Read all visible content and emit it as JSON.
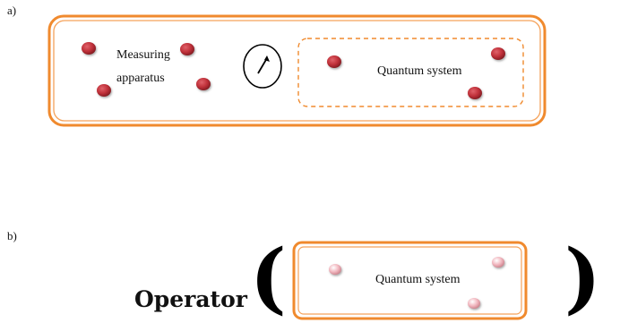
{
  "panel_a": {
    "letter": "a)",
    "apparatus_label_line1": "Measuring",
    "apparatus_label_line2": "apparatus",
    "system_label": "Quantum system",
    "outer_border_color": "#f08a2e",
    "particle_color": "#c0313a",
    "gauge_icon": "gauge-dial-icon"
  },
  "panel_b": {
    "letter": "b)",
    "operator_label": "Operator",
    "paren_open": "(",
    "paren_close": ")",
    "system_label": "Quantum system",
    "border_color": "#f08a2e",
    "particle_color": "#f2b8c0"
  }
}
